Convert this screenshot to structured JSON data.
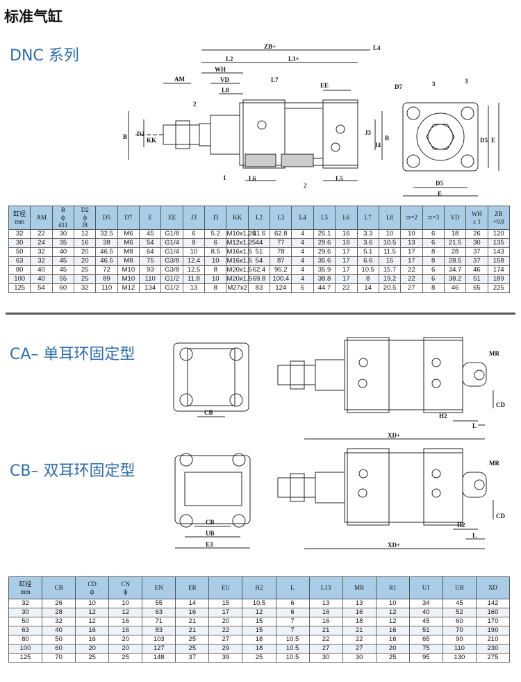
{
  "title": "标准气缸",
  "sections": {
    "dnc": "DNC 系列",
    "ca": "CA– 单耳环固定型",
    "cb": "CB– 双耳环固定型"
  },
  "drawing1": {
    "labels": [
      "ZB+",
      "L4",
      "L2",
      "L3+",
      "WH",
      "AM",
      "VD",
      "L7",
      "L8",
      "EE",
      "D7",
      "3",
      "3",
      "2",
      "B",
      "D2",
      "KK",
      "J3",
      "J4",
      "B",
      "D5",
      "E",
      "L6",
      "L5",
      "D5",
      "E",
      "1",
      "2"
    ]
  },
  "drawing2": {
    "labels": [
      "CB",
      "MR",
      "CD",
      "H2",
      "L",
      "XD+"
    ]
  },
  "drawing3": {
    "labels": [
      "CB",
      "UB",
      "E3",
      "MR",
      "CD",
      "H2",
      "L",
      "XD+"
    ]
  },
  "table1": {
    "headers": [
      [
        "缸径",
        "mm"
      ],
      [
        "AM"
      ],
      [
        "B",
        "ф",
        "d11"
      ],
      [
        "D2",
        "ф",
        "f8"
      ],
      [
        "D5"
      ],
      [
        "D7"
      ],
      [
        "E"
      ],
      [
        "EE"
      ],
      [
        "J3"
      ],
      [
        "J3"
      ],
      [
        "KK"
      ],
      [
        "L2"
      ],
      [
        "L3"
      ],
      [
        "L4"
      ],
      [
        "L5"
      ],
      [
        "L6"
      ],
      [
        "L7"
      ],
      [
        "L8"
      ],
      [
        "⊃=2"
      ],
      [
        "⊃=3"
      ],
      [
        "VD"
      ],
      [
        "WH",
        "± 1"
      ],
      [
        "ZB",
        "+0.8"
      ]
    ],
    "rows": [
      [
        "32",
        "22",
        "30",
        "12",
        "32.5",
        "M6",
        "45",
        "G1/8",
        "6",
        "5.2",
        "M10x1.25",
        "41.6",
        "62.8",
        "4",
        "25.1",
        "16",
        "3.3",
        "10",
        "10",
        "6",
        "18",
        "26",
        "120"
      ],
      [
        "30",
        "24",
        "35",
        "16",
        "38",
        "M6",
        "54",
        "G1/4",
        "8",
        "6",
        "M12x1.25",
        "44",
        "77",
        "4",
        "29.6",
        "16",
        "3.6",
        "10.5",
        "13",
        "6",
        "21.5",
        "30",
        "135"
      ],
      [
        "50",
        "32",
        "40",
        "20",
        "46.5",
        "M8",
        "64",
        "G1/4",
        "10",
        "8.5",
        "M16x1.5",
        "51",
        "78",
        "4",
        "29.6",
        "17",
        "5.1",
        "11.5",
        "17",
        "8",
        "28",
        "37",
        "143"
      ],
      [
        "63",
        "32",
        "45",
        "20",
        "46.5",
        "M8",
        "75",
        "G3/8",
        "12.4",
        "10",
        "M16x1.5",
        "54",
        "87",
        "4",
        "35.6",
        "17",
        "6.6",
        "15",
        "17",
        "8",
        "28.5",
        "37",
        "158"
      ],
      [
        "80",
        "40",
        "45",
        "25",
        "72",
        "M10",
        "93",
        "G3/8",
        "12.5",
        "8",
        "M20x1.5",
        "62.4",
        "95.2",
        "4",
        "35.9",
        "17",
        "10.5",
        "15.7",
        "22",
        "6",
        "34.7",
        "46",
        "174"
      ],
      [
        "100",
        "40",
        "55",
        "25",
        "89",
        "M10",
        "110",
        "G1/2",
        "11.8",
        "10",
        "M20x1.5",
        "69.8",
        "100.4",
        "4",
        "38.8",
        "17",
        "8",
        "19.2",
        "22",
        "6",
        "38.2",
        "51",
        "189"
      ],
      [
        "125",
        "54",
        "60",
        "32",
        "110",
        "M12",
        "134",
        "G1/2",
        "13",
        "8",
        "M27x2",
        "83",
        "124",
        "6",
        "44.7",
        "22",
        "14",
        "20.5",
        "27",
        "8",
        "46",
        "65",
        "225"
      ]
    ]
  },
  "table2": {
    "headers": [
      [
        "缸径",
        "mm"
      ],
      [
        "CB"
      ],
      [
        "CD",
        "ф"
      ],
      [
        "CN",
        "ф"
      ],
      [
        "EN"
      ],
      [
        "ER"
      ],
      [
        "EU"
      ],
      [
        "H2"
      ],
      [
        "L"
      ],
      [
        "L13"
      ],
      [
        "MR"
      ],
      [
        "R1"
      ],
      [
        "U1"
      ],
      [
        "UB"
      ],
      [
        "XD"
      ]
    ],
    "rows": [
      [
        "32",
        "26",
        "10",
        "10",
        "55",
        "14",
        "15",
        "10.5",
        "6",
        "13",
        "13",
        "10",
        "34",
        "45",
        "142"
      ],
      [
        "30",
        "28",
        "12",
        "12",
        "63",
        "16",
        "17",
        "12",
        "6",
        "16",
        "16",
        "12",
        "40",
        "52",
        "160"
      ],
      [
        "50",
        "32",
        "12",
        "16",
        "71",
        "21",
        "20",
        "15",
        "7",
        "16",
        "18",
        "12",
        "45",
        "60",
        "170"
      ],
      [
        "63",
        "40",
        "16",
        "16",
        "83",
        "21",
        "22",
        "15",
        "7",
        "21",
        "21",
        "16",
        "51",
        "70",
        "190"
      ],
      [
        "80",
        "50",
        "16",
        "20",
        "103",
        "25",
        "27",
        "18",
        "10.5",
        "22",
        "22",
        "16",
        "65",
        "90",
        "210"
      ],
      [
        "100",
        "60",
        "20",
        "20",
        "127",
        "25",
        "29",
        "18",
        "10.5",
        "27",
        "27",
        "20",
        "75",
        "110",
        "230"
      ],
      [
        "125",
        "70",
        "25",
        "25",
        "148",
        "37",
        "39",
        "25",
        "10.5",
        "30",
        "30",
        "25",
        "95",
        "130",
        "275"
      ]
    ]
  }
}
